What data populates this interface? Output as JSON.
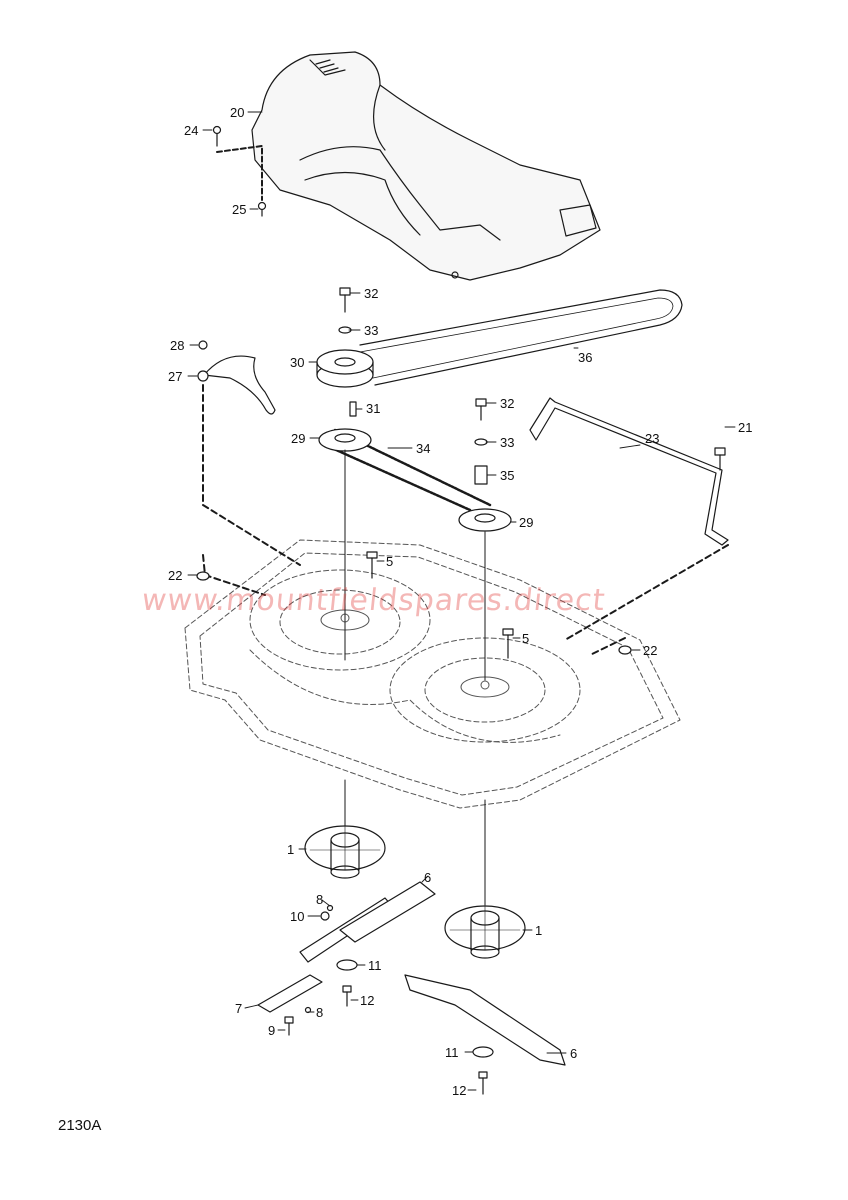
{
  "diagram_code": "2130A",
  "watermark": "www.mountfieldspares.direct",
  "callouts": {
    "c1a": "1",
    "c1b": "1",
    "c5a": "5",
    "c5b": "5",
    "c6a": "6",
    "c6b": "6",
    "c7": "7",
    "c8a": "8",
    "c8b": "8",
    "c9": "9",
    "c10": "10",
    "c11a": "11",
    "c11b": "11",
    "c12a": "12",
    "c12b": "12",
    "c20": "20",
    "c21": "21",
    "c22a": "22",
    "c22b": "22",
    "c23": "23",
    "c24": "24",
    "c25": "25",
    "c27": "27",
    "c28": "28",
    "c29a": "29",
    "c29b": "29",
    "c30": "30",
    "c31": "31",
    "c32a": "32",
    "c32b": "32",
    "c33a": "33",
    "c33b": "33",
    "c34": "34",
    "c35": "35",
    "c36": "36"
  }
}
